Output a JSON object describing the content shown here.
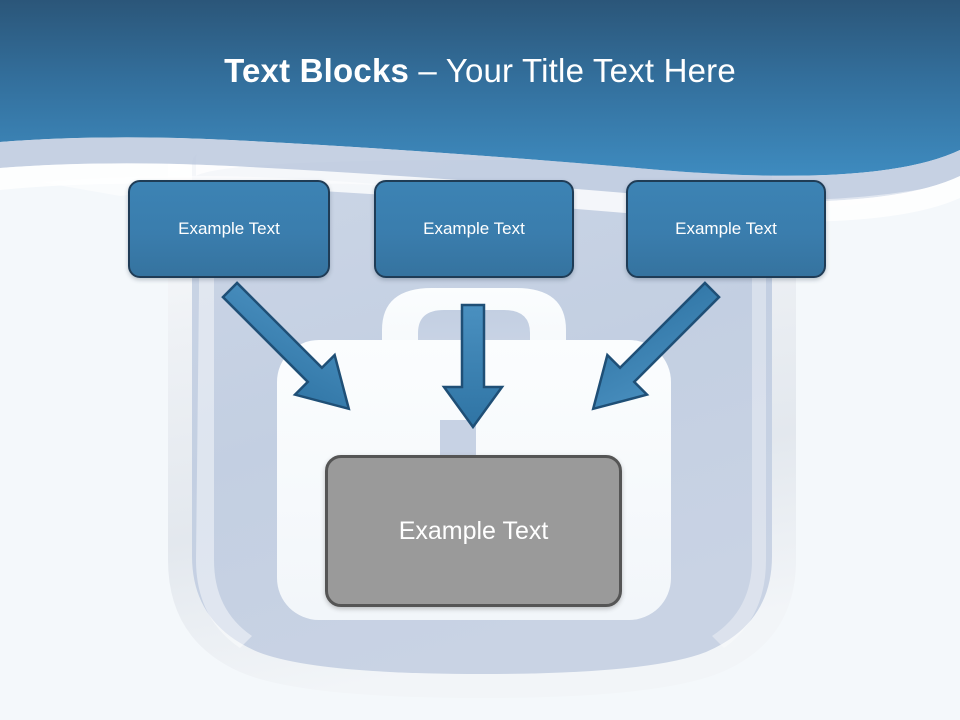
{
  "slide": {
    "title": {
      "bold_part": "Text Blocks",
      "separator": " – ",
      "light_part": "Your Title Text Here"
    },
    "background": {
      "icon": "padlock-icon",
      "frame_fill": "#c5d0e3",
      "bezel_fill": "#eef2f6",
      "lock_body_fill": "#f7fafc",
      "page_fill": "#f4f8fb"
    },
    "banner": {
      "gradient_top": "#2d5b80",
      "gradient_bottom": "#3d89bd",
      "swoosh_fill": "#c3cfe1"
    }
  },
  "boxes": {
    "accent_color": "#3a7dad",
    "accent_border": "#1f3c56",
    "result_color": "#9a9a9a",
    "result_border": "#555555",
    "top": [
      {
        "label": "Example Text"
      },
      {
        "label": "Example Text"
      },
      {
        "label": "Example Text"
      }
    ],
    "result": {
      "label": "Example Text"
    }
  },
  "arrows": [
    {
      "name": "arrow-left-down-right",
      "direction": "down-right"
    },
    {
      "name": "arrow-middle-down",
      "direction": "down"
    },
    {
      "name": "arrow-right-down-left",
      "direction": "down-left"
    }
  ]
}
